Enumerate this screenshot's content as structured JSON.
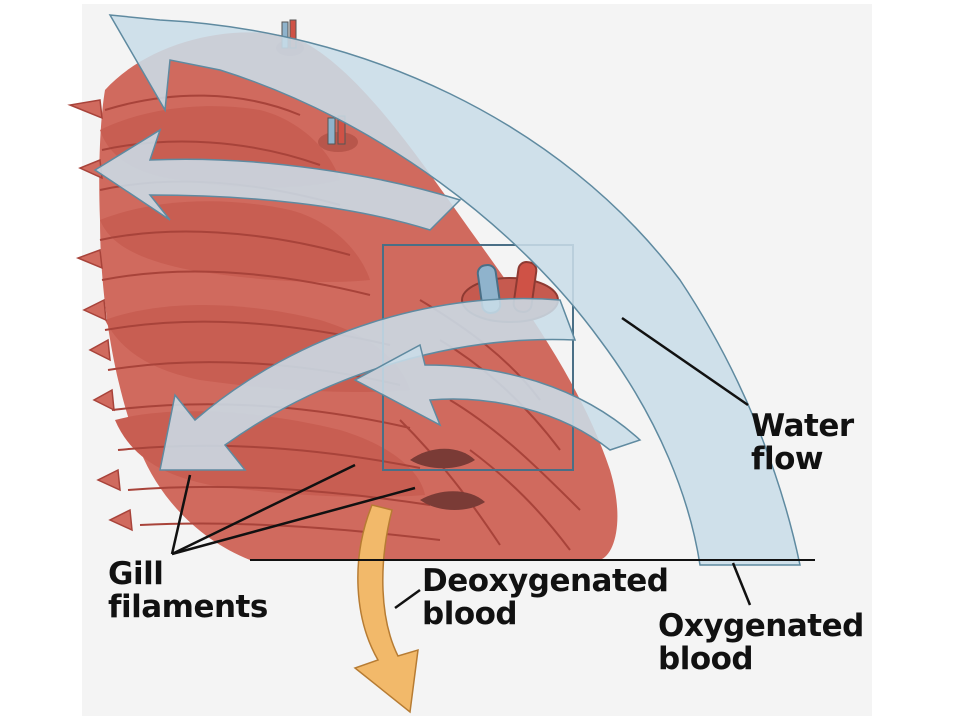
{
  "figure": {
    "labels": {
      "water_flow": [
        "Water",
        "flow"
      ],
      "gill_filaments": [
        "Gill",
        "filaments"
      ],
      "deoxygenated_blood": [
        "Deoxygenated",
        "blood"
      ],
      "oxygenated_blood": [
        "Oxygenated",
        "blood"
      ]
    },
    "colors": {
      "background": "#ffffff",
      "panel": "#f4f4f4",
      "tissue": "#d06a5e",
      "tissue_dark": "#a8433a",
      "water_arrow": "#c9dde8",
      "water_arrow_edge": "#5f8aa0",
      "vessel_blue": "#8fb3cc",
      "vessel_red": "#cf5246",
      "blood_arrow": "#f2b96a",
      "leader_line": "#111111"
    }
  }
}
